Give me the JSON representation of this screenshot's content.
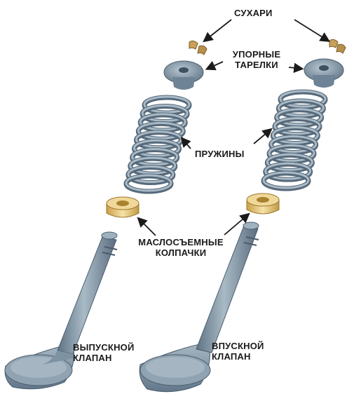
{
  "labels": {
    "keepers": "СУХАРИ",
    "retainers_line1": "УПОРНЫЕ",
    "retainers_line2": "ТАРЕЛКИ",
    "springs": "ПРУЖИНЫ",
    "seals_line1": "МАСЛОСЪЕМНЫЕ",
    "seals_line2": "КОЛПАЧКИ",
    "exhaust_line1": "ВЫПУСКНОЙ",
    "exhaust_line2": "КЛАПАН",
    "intake_line1": "ВПУСКНОЙ",
    "intake_line2": "КЛАПАН"
  },
  "colors": {
    "metal_light": "#9fb2bf",
    "metal_mid": "#7e93a2",
    "metal_dark": "#56697a",
    "seal_light": "#f0d89a",
    "seal_mid": "#d9b35c",
    "keeper": "#c9a05a",
    "arrow": "#1a1a1a"
  }
}
